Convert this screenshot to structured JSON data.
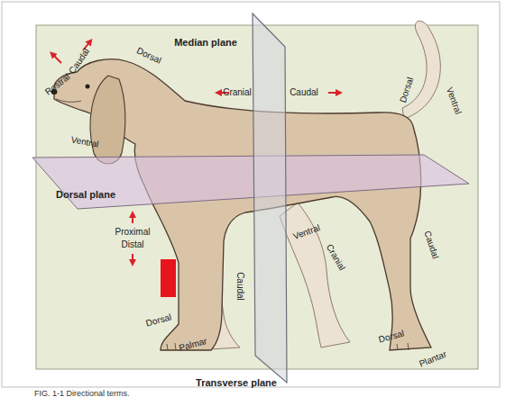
{
  "diagram": {
    "caption": "FIG. 1-1 Directional terms.",
    "labels": [
      "Median plane",
      "Caudal",
      "Rostral",
      "Dorsal",
      "Cranial",
      "Caudal",
      "Dorsal",
      "Ventral",
      "Ventral",
      "Dorsal plane",
      "Proximal",
      "Distal",
      "Ventral",
      "Caudal",
      "Cranial",
      "Caudal",
      "Dorsal",
      "Palmar",
      "Dorsal",
      "Plantar",
      "Transverse plane"
    ]
  }
}
